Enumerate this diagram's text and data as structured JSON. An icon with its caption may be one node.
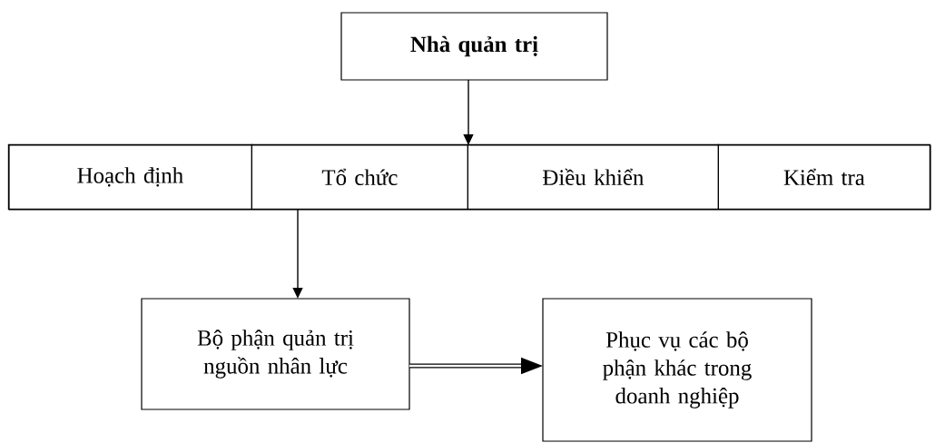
{
  "diagram": {
    "nodes": [
      {
        "text": [
          "**Nhà quản trị**"
        ]
      },
      {
        "text": [],
        "shape": "box"
      },
      {
        "text": [
          "Hoạch định"
        ],
        "in": 1
      },
      {
        "text": [
          "Tổ chức"
        ],
        "in": 1
      },
      {
        "text": [
          "Điều khiển"
        ],
        "in": 1
      },
      {
        "text": [
          "Kiểm tra"
        ],
        "in": 1
      },
      {
        "text": [
          "Bộ phận quản trị nguồn nhân lực"
        ]
      },
      {
        "text": [
          "Phục vụ các bộ phận khác trong doanh nghiệp"
        ]
      }
    ],
    "edges": [
      {
        "from": 0,
        "to": 1,
        "arrow": "to"
      },
      {
        "from": 3,
        "to": 6,
        "arrow": "to"
      },
      {
        "from": 6,
        "to": 7,
        "arrow": "to",
        "style": "thick"
      }
    ]
  }
}
